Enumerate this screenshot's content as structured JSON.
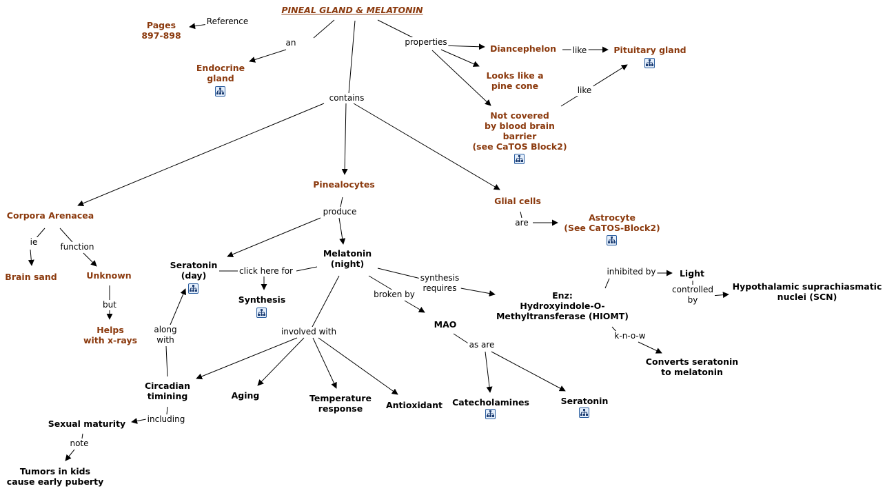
{
  "title": "PINEAL GLAND & MELATONIN",
  "colors": {
    "concept": "#8b3a0e",
    "plain": "#000000",
    "link": "#000000",
    "icon_border": "#2a5d9f",
    "icon_fill": "#e3eefb"
  },
  "submap_icon": "submap-hierarchy-icon",
  "concepts": {
    "pages": [
      "Pages",
      "897-898"
    ],
    "endocrine": [
      "Endocrine",
      "gland"
    ],
    "diancephelon": [
      "Diancephelon"
    ],
    "pituitary": [
      "Pituitary gland"
    ],
    "pinecone": [
      "Looks like a",
      "pine cone"
    ],
    "notcovered": [
      "Not covered",
      "by blood brain",
      "barrier",
      "(see CaTOS Block2)"
    ],
    "pinealocytes": [
      "Pinealocytes"
    ],
    "glial": [
      "Glial cells"
    ],
    "astrocyte": [
      "Astrocyte",
      "(See CaTOS-Block2)"
    ],
    "corpora": [
      "Corpora Arenacea"
    ],
    "brainsand": [
      "Brain sand"
    ],
    "unknown": [
      "Unknown"
    ],
    "helps": [
      "Helps",
      "with x-rays"
    ],
    "seratonin_day": [
      "Seratonin",
      "(day)"
    ],
    "melatonin": [
      "Melatonin",
      "(night)"
    ],
    "synthesis": [
      "Synthesis"
    ],
    "enz": [
      "Enz:",
      "Hydroxyindole-O-",
      "Methyltransferase (HIOMT)"
    ],
    "light": [
      "Light"
    ],
    "scn": [
      "Hypothalamic suprachiasmatic",
      "nuclei (SCN)"
    ],
    "converts": [
      "Converts seratonin",
      "to melatonin"
    ],
    "mao": [
      "MAO"
    ],
    "catecholamines": [
      "Catecholamines"
    ],
    "seratonin2": [
      "Seratonin"
    ],
    "circadian": [
      "Circadian",
      "timining"
    ],
    "aging": [
      "Aging"
    ],
    "temperature": [
      "Temperature",
      "response"
    ],
    "antioxidant": [
      "Antioxidant"
    ],
    "sexual": [
      "Sexual maturity"
    ],
    "tumors": [
      "Tumors in kids",
      "cause early puberty"
    ]
  },
  "links": {
    "reference": [
      "Reference"
    ],
    "an": [
      "an"
    ],
    "properties": [
      "properties"
    ],
    "like1": [
      "like"
    ],
    "like2": [
      "like"
    ],
    "contains": [
      "contains"
    ],
    "produce": [
      "produce"
    ],
    "are": [
      "are"
    ],
    "ie": [
      "ie"
    ],
    "function": [
      "function"
    ],
    "but": [
      "but"
    ],
    "clickhere": [
      "click here for"
    ],
    "synthesis_req": [
      "synthesis",
      "requires"
    ],
    "inhibited": [
      "inhibited by"
    ],
    "controlled": [
      "controlled",
      "by"
    ],
    "know": [
      "k-n-o-w"
    ],
    "broken": [
      "broken by"
    ],
    "asare": [
      "as are"
    ],
    "involved": [
      "involved with"
    ],
    "along": [
      "along",
      "with"
    ],
    "including": [
      "including"
    ],
    "note": [
      "note"
    ]
  }
}
